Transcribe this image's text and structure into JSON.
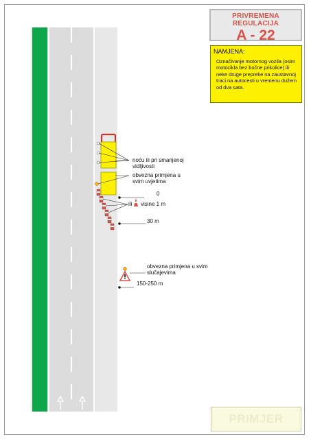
{
  "header": {
    "line1": "PRIVREMENA REGULACIJA",
    "line2": "A - 22"
  },
  "purpose": {
    "heading": "NAMJENA:",
    "text": "Označivanje motornog vozila (osim motocikla bez bočne prikolice) ili neke druge prepreke na zaustavnoj traci na autocesti u vremenu dužem od dva sata."
  },
  "annotations": {
    "night": "noću ili pri smanjenoj vidljivosti",
    "mandatory_conditions": "obvezna primjena u svim uvjetima",
    "distance_0": "0",
    "height_prefix": "ili",
    "height_label": "visine 1 m",
    "distance_30": "30 m",
    "mandatory_all": "obvezna primjena u svim slučajevima",
    "distance_far": "150-250 m"
  },
  "footer": {
    "example": "PRIMJER"
  },
  "colors": {
    "median": "#0ea64a",
    "lane": "#dcdcdc",
    "shoulder": "#e6e6e6",
    "yellow": "#fdf000",
    "red": "#d9534a"
  }
}
